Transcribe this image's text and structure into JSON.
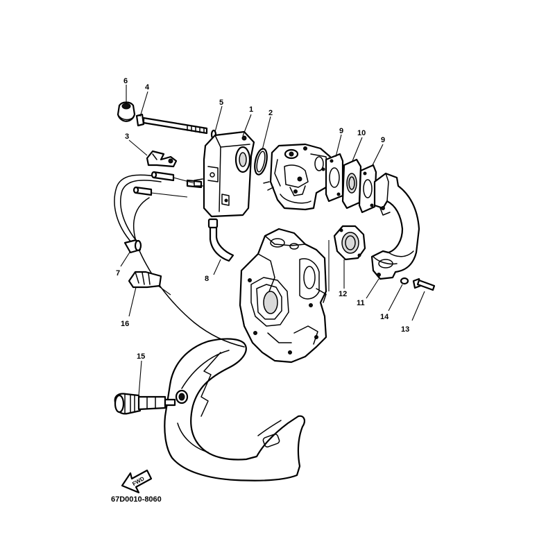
{
  "callouts": {
    "c1": "1",
    "c2": "2",
    "c3": "3",
    "c4": "4",
    "c5": "5",
    "c6": "6",
    "c7": "7",
    "c8": "8",
    "c9a": "9",
    "c9b": "9",
    "c10": "10",
    "c11": "11",
    "c12": "12",
    "c13": "13",
    "c14": "14",
    "c15": "15",
    "c16": "16"
  },
  "diagram_code": "67D0010-8060",
  "fwd_label": "FWD"
}
